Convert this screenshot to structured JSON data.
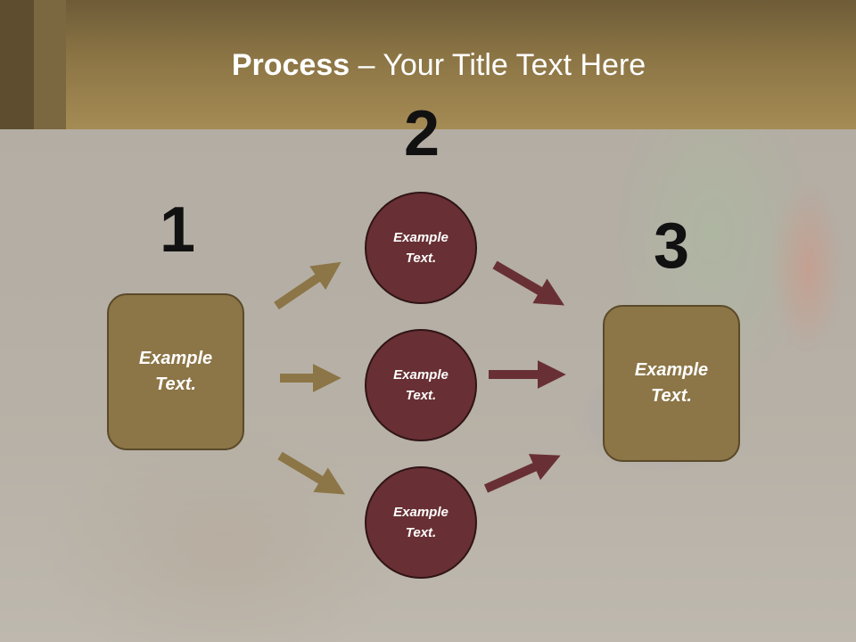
{
  "slide": {
    "title_bold": "Process",
    "title_rest": " – Your Title Text Here"
  },
  "steps": {
    "step1_number": "1",
    "step2_number": "2",
    "step3_number": "3"
  },
  "nodes": {
    "start_box": "Example\nText.",
    "circle_top": "Example\nText.",
    "circle_middle": "Example\nText.",
    "circle_bottom": "Example\nText.",
    "end_box": "Example\nText."
  },
  "colors": {
    "header_gold": "#a58b54",
    "box_fill": "#8c7546",
    "circle_fill": "#683034",
    "arrow_gold": "#8c7546",
    "arrow_maroon": "#683034"
  }
}
